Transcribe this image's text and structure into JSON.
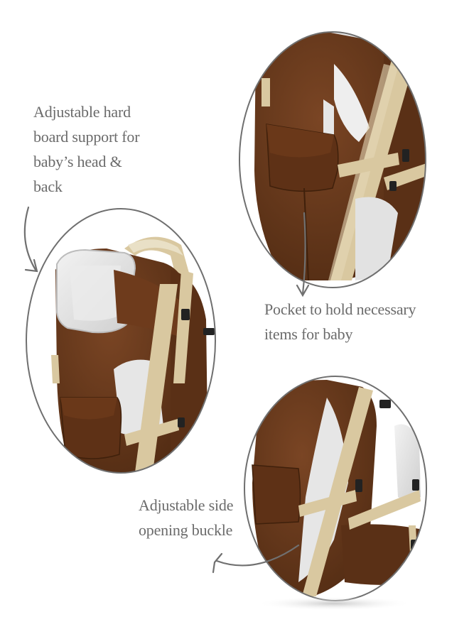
{
  "captions": {
    "head_support": [
      "Adjustable hard",
      "board support for",
      "baby’s head &",
      "back"
    ],
    "pocket": [
      "Pocket to hold necessary",
      "items for baby"
    ],
    "side_buckle": [
      "Adjustable side",
      "opening buckle"
    ]
  },
  "colors": {
    "fabric_brown": "#6b3a1a",
    "fabric_brown_dark": "#4a2610",
    "strap_beige": "#d9c8a0",
    "padding_grey": "#e4e4e4",
    "lens_border": "#6f6f6f",
    "caption_text": "#6b6b6b",
    "arrow": "#707070"
  },
  "icons": [
    "curved-arrow-icon",
    "curved-arrow-icon",
    "curved-arrow-icon"
  ]
}
